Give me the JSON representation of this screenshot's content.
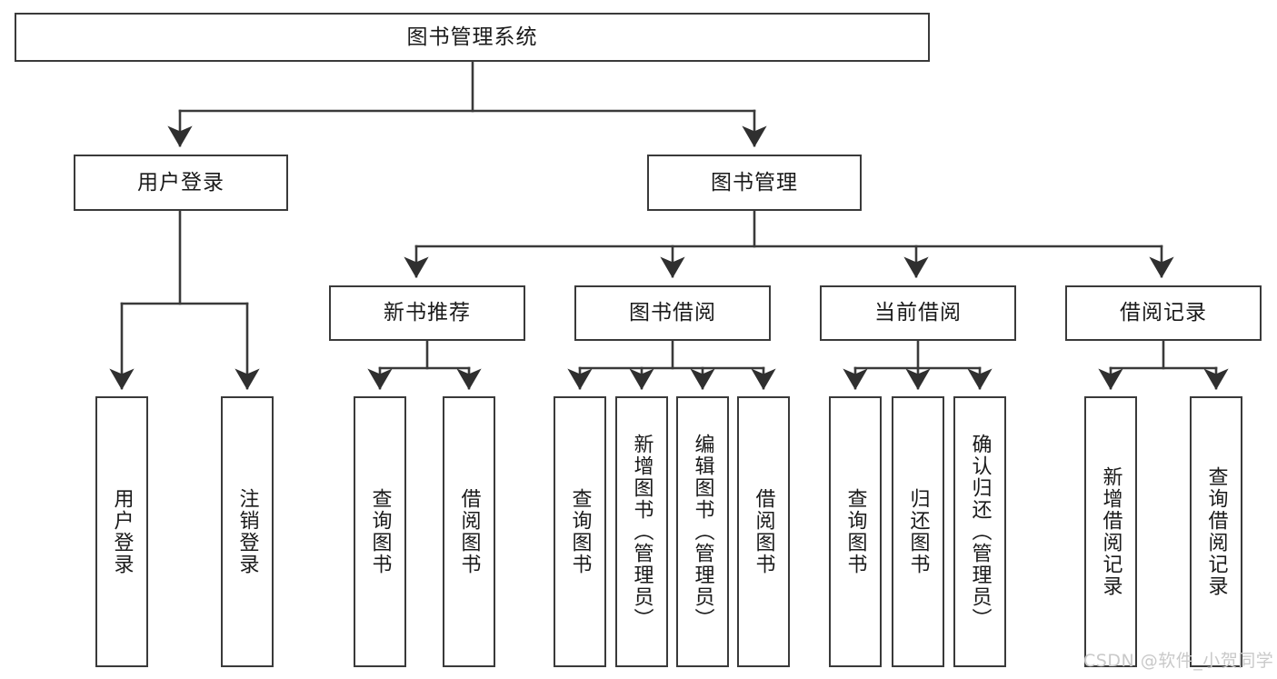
{
  "diagram": {
    "title": "图书管理系统",
    "type": "hierarchy-tree",
    "root": {
      "id": "root",
      "label": "图书管理系统",
      "orientation": "horizontal"
    },
    "level2": [
      {
        "id": "user-login",
        "label": "用户登录",
        "orientation": "horizontal"
      },
      {
        "id": "book-management",
        "label": "图书管理",
        "orientation": "horizontal"
      }
    ],
    "level3": [
      {
        "id": "new-book-recommend",
        "label": "新书推荐",
        "orientation": "horizontal",
        "parent": "book-management"
      },
      {
        "id": "book-borrow",
        "label": "图书借阅",
        "orientation": "horizontal",
        "parent": "book-management"
      },
      {
        "id": "current-borrow",
        "label": "当前借阅",
        "orientation": "horizontal",
        "parent": "book-management"
      },
      {
        "id": "borrow-record",
        "label": "借阅记录",
        "orientation": "horizontal",
        "parent": "book-management"
      }
    ],
    "leaves": [
      {
        "id": "leaf-user-login",
        "label": "用户登录",
        "orientation": "vertical",
        "parent": "user-login"
      },
      {
        "id": "leaf-logout",
        "label": "注销登录",
        "orientation": "vertical",
        "parent": "user-login"
      },
      {
        "id": "leaf-query-book-1",
        "label": "查询图书",
        "orientation": "vertical",
        "parent": "new-book-recommend"
      },
      {
        "id": "leaf-borrow-book-1",
        "label": "借阅图书",
        "orientation": "vertical",
        "parent": "new-book-recommend"
      },
      {
        "id": "leaf-query-book-2",
        "label": "查询图书",
        "orientation": "vertical",
        "parent": "book-borrow"
      },
      {
        "id": "leaf-add-book",
        "label": "新增图书（管理员）",
        "orientation": "vertical",
        "parent": "book-borrow"
      },
      {
        "id": "leaf-edit-book",
        "label": "编辑图书（管理员）",
        "orientation": "vertical",
        "parent": "book-borrow"
      },
      {
        "id": "leaf-borrow-book-2",
        "label": "借阅图书",
        "orientation": "vertical",
        "parent": "book-borrow"
      },
      {
        "id": "leaf-query-book-3",
        "label": "查询图书",
        "orientation": "vertical",
        "parent": "current-borrow"
      },
      {
        "id": "leaf-return-book",
        "label": "归还图书",
        "orientation": "vertical",
        "parent": "current-borrow"
      },
      {
        "id": "leaf-confirm-return",
        "label": "确认归还（管理员）",
        "orientation": "vertical",
        "parent": "current-borrow"
      },
      {
        "id": "leaf-add-record",
        "label": "新增借阅记录",
        "orientation": "vertical",
        "parent": "borrow-record"
      },
      {
        "id": "leaf-query-record",
        "label": "查询借阅记录",
        "orientation": "vertical",
        "parent": "borrow-record"
      }
    ],
    "colors": {
      "stroke": "#3a3a3a",
      "fill": "#ffffff",
      "text": "#1a1a1a",
      "watermark": "#c9c9c9"
    }
  },
  "watermark": {
    "text": "CSDN @软件_小贺同学"
  }
}
